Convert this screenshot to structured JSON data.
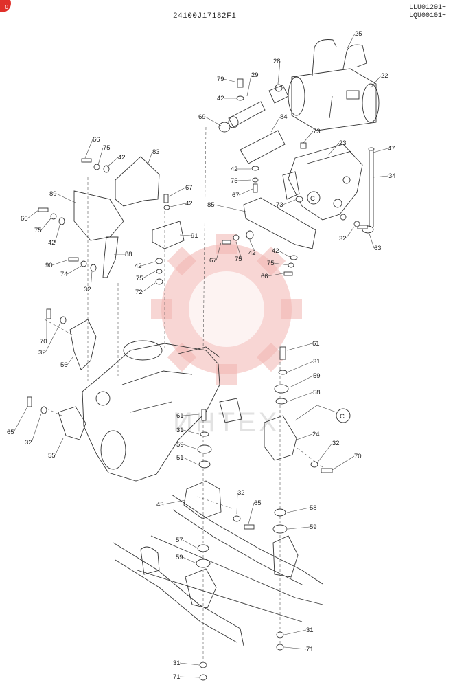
{
  "header": {
    "drawing_number": "24100J17182F1",
    "serial_lines": [
      "LLU01201~",
      "LQU00101~"
    ]
  },
  "watermark": {
    "text": "ИНТЕХ",
    "color": "#e0302a"
  },
  "corner_mark": {
    "label": "0",
    "color": "#e0302a"
  },
  "circle_ref": "C",
  "callouts": [
    "25",
    "22",
    "28",
    "29",
    "79",
    "42",
    "69",
    "84",
    "73",
    "23",
    "47",
    "34",
    "66",
    "75",
    "42",
    "83",
    "67",
    "42",
    "42",
    "75",
    "67",
    "73",
    "89",
    "66",
    "75",
    "42",
    "85",
    "91",
    "32",
    "63",
    "88",
    "67",
    "75",
    "42",
    "42",
    "75",
    "66",
    "90",
    "74",
    "32",
    "42",
    "75",
    "72",
    "70",
    "32",
    "56",
    "61",
    "31",
    "59",
    "58",
    "65",
    "32",
    "55",
    "61",
    "31",
    "59",
    "51",
    "24",
    "32",
    "70",
    "43",
    "32",
    "65",
    "58",
    "59",
    "57",
    "59",
    "31",
    "71",
    "31",
    "71"
  ]
}
